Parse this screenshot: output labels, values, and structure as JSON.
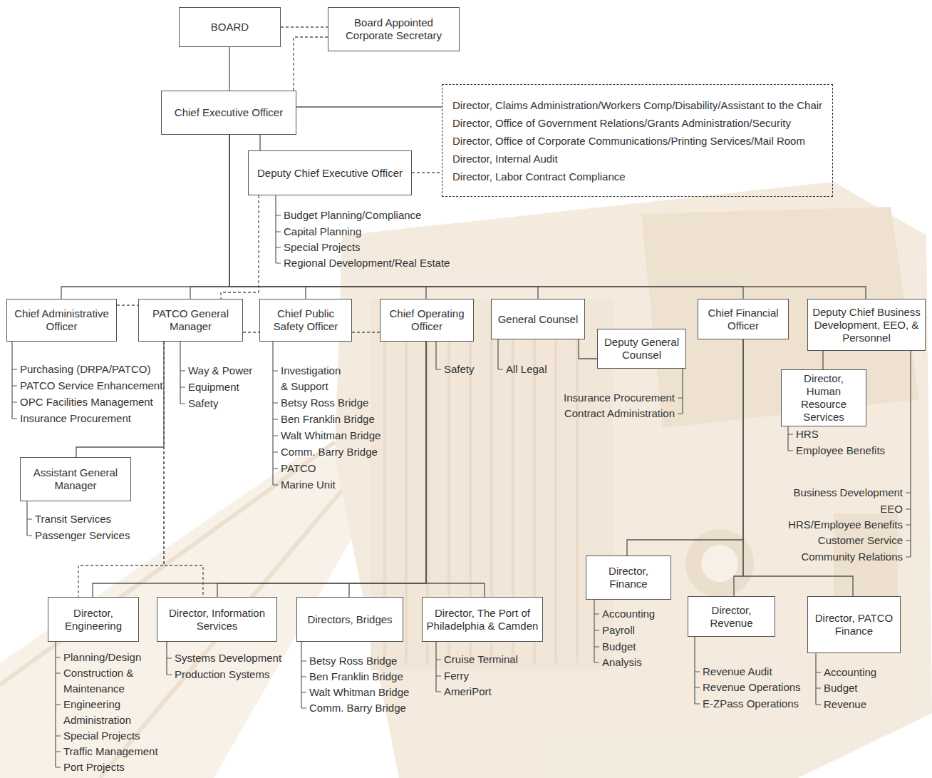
{
  "diagram": {
    "nodes": [
      {
        "text": [
          "BOARD"
        ]
      },
      {
        "text": [
          "Board Appointed Corporate Secretary"
        ]
      },
      {
        "text": [
          "Chief Executive Officer"
        ]
      },
      {
        "text": [
          "Director, Claims Administration/Workers Comp/Disability/Assistant to the Chair",
          "Director, Office of Government Relations/Grants Administration/Security",
          "Director, Office of Corporate Communications/Printing Services/Mail Room",
          "Director, Internal Audit",
          "Director, Labor Contract Compliance"
        ]
      },
      {
        "text": [
          "Deputy Chief Executive Officer"
        ]
      },
      {
        "text": [
          "Chief Administrative Officer"
        ]
      },
      {
        "text": [
          "PATCO General Manager"
        ]
      },
      {
        "text": [
          "Chief Public Safety Officer"
        ]
      },
      {
        "text": [
          "Chief Operating Officer"
        ]
      },
      {
        "text": [
          "General Counsel"
        ]
      },
      {
        "text": [
          "Deputy General Counsel"
        ]
      },
      {
        "text": [
          "Chief Financial Officer"
        ]
      },
      {
        "text": [
          "Deputy Chief Business Development, EEO, & Personnel"
        ]
      },
      {
        "text": [
          "Director, Human Resource Services"
        ]
      },
      {
        "text": [
          "Assistant General Manager"
        ]
      },
      {
        "text": [
          "Director, Finance"
        ]
      },
      {
        "text": [
          "Director, Revenue"
        ]
      },
      {
        "text": [
          "Director, PATCO Finance"
        ]
      },
      {
        "text": [
          "Director, Engineering"
        ]
      },
      {
        "text": [
          "Director, Information Services"
        ]
      },
      {
        "text": [
          "Directors, Bridges"
        ]
      },
      {
        "text": [
          "Director, The Port of Philadelphia & Camden"
        ]
      }
    ],
    "edges": [
      {
        "from": 0,
        "to": 1,
        "arrow": "none"
      },
      {
        "from": 0,
        "to": 2,
        "arrow": "none"
      },
      {
        "from": 1,
        "to": 2,
        "arrow": "none"
      },
      {
        "from": 2,
        "to": 3,
        "arrow": "none"
      },
      {
        "from": 2,
        "to": 4,
        "arrow": "none"
      },
      {
        "from": 4,
        "to": 3,
        "arrow": "none"
      },
      {
        "from": 2,
        "to": 5,
        "arrow": "none"
      },
      {
        "from": 2,
        "to": 6,
        "arrow": "none"
      },
      {
        "from": 2,
        "to": 7,
        "arrow": "none"
      },
      {
        "from": 2,
        "to": 8,
        "arrow": "none"
      },
      {
        "from": 2,
        "to": 9,
        "arrow": "none"
      },
      {
        "from": 2,
        "to": 11,
        "arrow": "none"
      },
      {
        "from": 2,
        "to": 12,
        "arrow": "none"
      },
      {
        "from": 4,
        "to": 6,
        "arrow": "none"
      },
      {
        "from": 5,
        "to": 6,
        "arrow": "none"
      },
      {
        "from": 6,
        "to": 7,
        "arrow": "none"
      },
      {
        "from": 7,
        "to": 8,
        "arrow": "none"
      },
      {
        "from": 9,
        "to": 10,
        "arrow": "none"
      },
      {
        "from": 6,
        "to": 14,
        "arrow": "none"
      },
      {
        "from": 11,
        "to": 15,
        "arrow": "none"
      },
      {
        "from": 11,
        "to": 16,
        "arrow": "none"
      },
      {
        "from": 11,
        "to": 17,
        "arrow": "none"
      },
      {
        "from": 12,
        "to": 13,
        "arrow": "none"
      },
      {
        "from": 8,
        "to": 18,
        "arrow": "none"
      },
      {
        "from": 8,
        "to": 19,
        "arrow": "none"
      },
      {
        "from": 8,
        "to": 20,
        "arrow": "none"
      },
      {
        "from": 8,
        "to": 21,
        "arrow": "none"
      },
      {
        "from": 6,
        "to": 18,
        "arrow": "none"
      },
      {
        "from": 6,
        "to": 19,
        "arrow": "none"
      }
    ],
    "labels": [
      "Budget Planning/Compliance",
      "Capital Planning",
      "Special Projects",
      "Regional Development/Real Estate",
      "Purchasing (DRPA/PATCO)",
      "PATCO Service Enhancement",
      "OPC Facilities Management",
      "Insurance Procurement",
      "Way & Power",
      "Equipment",
      "Safety",
      "Investigation & Support",
      "Betsy Ross Bridge",
      "Ben Franklin Bridge",
      "Walt Whitman Bridge",
      "Comm. Barry Bridge",
      "PATCO",
      "Marine Unit",
      "Safety",
      "All Legal",
      "Insurance Procurement",
      "Contract Administration",
      "HRS",
      "Employee Benefits",
      "Business Development",
      "EEO",
      "HRS/Employee Benefits",
      "Customer Service",
      "Community Relations",
      "Transit Services",
      "Passenger Services",
      "Accounting",
      "Payroll",
      "Budget",
      "Analysis",
      "Revenue Audit",
      "Revenue Operations",
      "E-ZPass Operations",
      "Accounting",
      "Budget",
      "Revenue",
      "Planning/Design",
      "Construction & Maintenance",
      "Engineering Administration",
      "Special Projects",
      "Traffic Management",
      "Port Projects",
      "Systems Development",
      "Production Systems",
      "Betsy Ross Bridge",
      "Ben Franklin Bridge",
      "Walt Whitman Bridge",
      "Comm. Barry Bridge",
      "Cruise Terminal",
      "Ferry",
      "AmeriPort"
    ]
  }
}
